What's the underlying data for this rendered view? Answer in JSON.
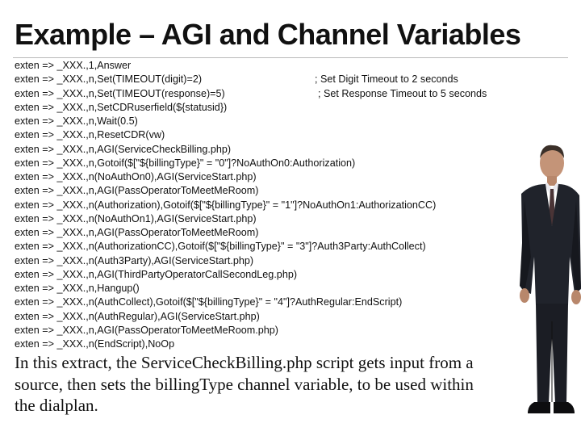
{
  "slide": {
    "title": "Example – AGI and Channel Variables",
    "code_lines": [
      {
        "text": "exten => _XXX.,1,Answer",
        "comment": ""
      },
      {
        "text": "exten => _XXX.,n,Set(TIMEOUT(digit)=2)",
        "comment": "; Set Digit Timeout to 2 seconds"
      },
      {
        "text": "exten => _XXX.,n,Set(TIMEOUT(response)=5)",
        "comment": "; Set Response Timeout to 5 seconds"
      },
      {
        "text": "exten => _XXX.,n,SetCDRuserfield(${statusid})",
        "comment": ""
      },
      {
        "text": "exten => _XXX.,n,Wait(0.5)",
        "comment": ""
      },
      {
        "text": "exten => _XXX.,n,ResetCDR(vw)",
        "comment": ""
      },
      {
        "text": "exten => _XXX.,n,AGI(ServiceCheckBilling.php)",
        "comment": ""
      },
      {
        "text": "exten => _XXX.,n,Gotoif($[\"${billingType}\" = \"0\"]?NoAuthOn0:Authorization)",
        "comment": ""
      },
      {
        "text": "exten => _XXX.,n(NoAuthOn0),AGI(ServiceStart.php)",
        "comment": ""
      },
      {
        "text": "exten => _XXX.,n,AGI(PassOperatorToMeetMeRoom)",
        "comment": ""
      },
      {
        "text": "exten => _XXX.,n(Authorization),Gotoif($[\"${billingType}\" = \"1\"]?NoAuthOn1:AuthorizationCC)",
        "comment": ""
      },
      {
        "text": "exten => _XXX.,n(NoAuthOn1),AGI(ServiceStart.php)",
        "comment": ""
      },
      {
        "text": "exten => _XXX.,n,AGI(PassOperatorToMeetMeRoom)",
        "comment": ""
      },
      {
        "text": "exten => _XXX.,n(AuthorizationCC),Gotoif($[\"${billingType}\" = \"3\"]?Auth3Party:AuthCollect)",
        "comment": ""
      },
      {
        "text": "exten => _XXX.,n(Auth3Party),AGI(ServiceStart.php)",
        "comment": ""
      },
      {
        "text": "exten => _XXX.,n,AGI(ThirdPartyOperatorCallSecondLeg.php)",
        "comment": ""
      },
      {
        "text": "exten => _XXX.,n,Hangup()",
        "comment": ""
      },
      {
        "text": "exten => _XXX.,n(AuthCollect),Gotoif($[\"${billingType}\" = \"4\"]?AuthRegular:EndScript)",
        "comment": ""
      },
      {
        "text": "exten => _XXX.,n(AuthRegular),AGI(ServiceStart.php)",
        "comment": ""
      },
      {
        "text": "exten => _XXX.,n,AGI(PassOperatorToMeetMeRoom.php)",
        "comment": ""
      },
      {
        "text": "exten => _XXX.,n(EndScript),NoOp",
        "comment": ""
      }
    ],
    "paragraph": "In this extract, the ServiceCheckBilling.php script gets input from a source, then sets the billingType channel variable, to be used within the dialplan."
  }
}
